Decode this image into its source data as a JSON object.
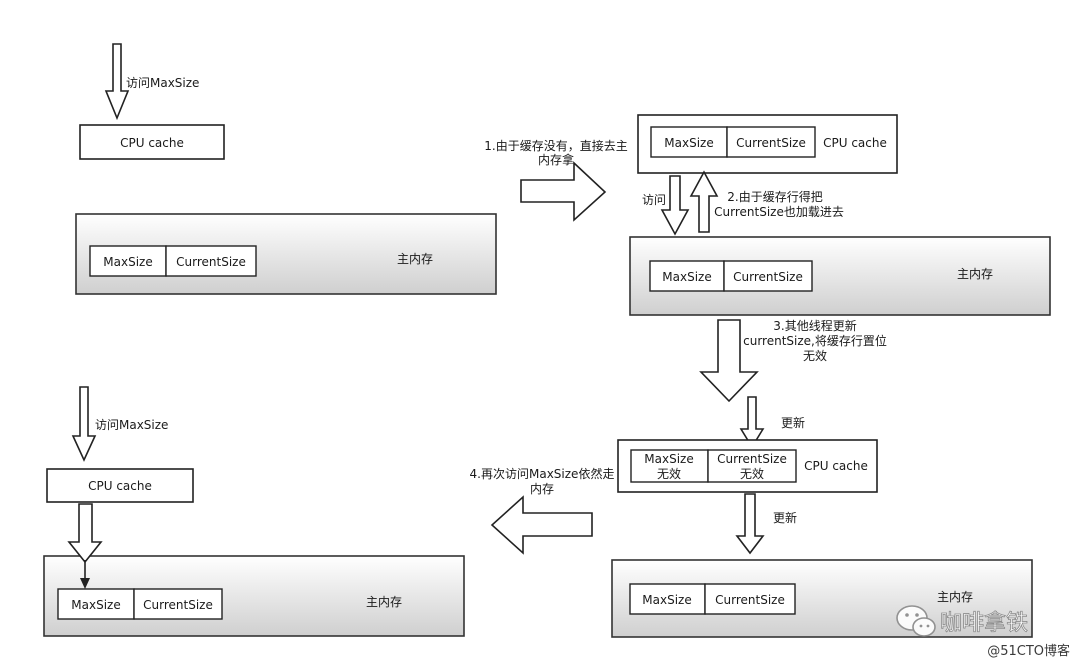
{
  "labels": {
    "cpu_cache": "CPU cache",
    "main_memory": "主内存",
    "max_size": "MaxSize",
    "current_size": "CurrentSize",
    "invalid": "无效",
    "access_maxsize": "访问MaxSize",
    "access": "访问",
    "update": "更新"
  },
  "steps": {
    "step1_line1": "1.由于缓存没有，直接去主",
    "step1_line2": "内存拿",
    "step2_line1": "2.由于缓存行得把",
    "step2_line2": "CurrentSize也加载进去",
    "step3_line1": "3.其他线程更新",
    "step3_line2": "currentSize,将缓存行置位",
    "step3_line3": "无效",
    "step4_line1": "4.再次访问MaxSize依然走",
    "step4_line2": "内存"
  },
  "watermark": {
    "brand": "咖啡拿铁",
    "site": "@51CTO博客",
    "icon": "wechat-icon"
  }
}
